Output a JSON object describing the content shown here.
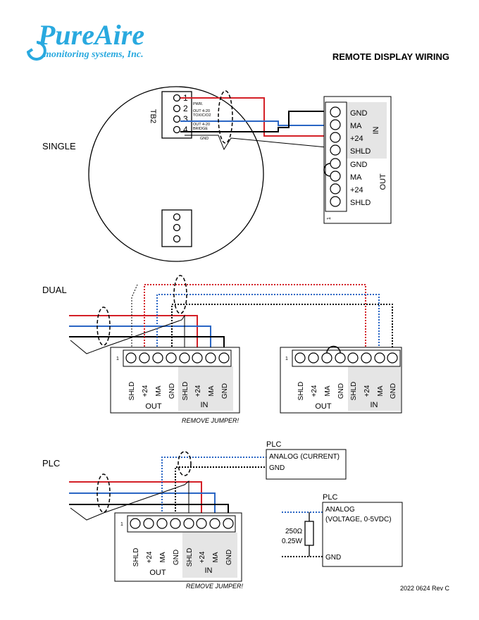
{
  "brand": {
    "name": "PureAire",
    "tagline": "monitoring systems, Inc.",
    "color": "#29a9df"
  },
  "title": "REMOTE DISPLAY WIRING",
  "colors": {
    "red": "#d42027",
    "blue": "#2a66c4",
    "black": "#000000",
    "panel": "#e5e5e5"
  },
  "single": {
    "label": "SINGLE",
    "tb_label": "TB2",
    "terminals": [
      "1",
      "2",
      "3",
      "4"
    ],
    "tb_signals": [
      "PWR.",
      "OUT 4-20",
      "TOXIC/O2",
      "OUT 4-20",
      "BRIDGE",
      "GND"
    ],
    "display_in": [
      "GND",
      "MA",
      "+24",
      "SHLD"
    ],
    "display_out": [
      "GND",
      "MA",
      "+24",
      "SHLD"
    ],
    "in_label": "IN",
    "out_label": "OUT",
    "pin_one": "1"
  },
  "dual": {
    "label": "DUAL",
    "pin_one": "1",
    "terminals": [
      "SHLD",
      "+24",
      "MA",
      "GND",
      "SHLD",
      "+24",
      "MA",
      "GND"
    ],
    "out_label": "OUT",
    "in_label": "IN",
    "note": "REMOVE JUMPER!"
  },
  "plc": {
    "label": "PLC",
    "pin_one": "1",
    "terminals": [
      "SHLD",
      "+24",
      "MA",
      "GND",
      "SHLD",
      "+24",
      "MA",
      "GND"
    ],
    "out_label": "OUT",
    "in_label": "IN",
    "note": "REMOVE JUMPER!",
    "current_box": {
      "title": "PLC",
      "line1": "ANALOG (CURRENT)",
      "line2": "GND"
    },
    "voltage_box": {
      "title": "PLC",
      "line1": "ANALOG",
      "line2": "(VOLTAGE, 0-5VDC)",
      "line3": "GND"
    },
    "resistor": {
      "value": "250Ω",
      "power": "0.25W"
    }
  },
  "footer": {
    "revision": "2022 0624 Rev C"
  }
}
